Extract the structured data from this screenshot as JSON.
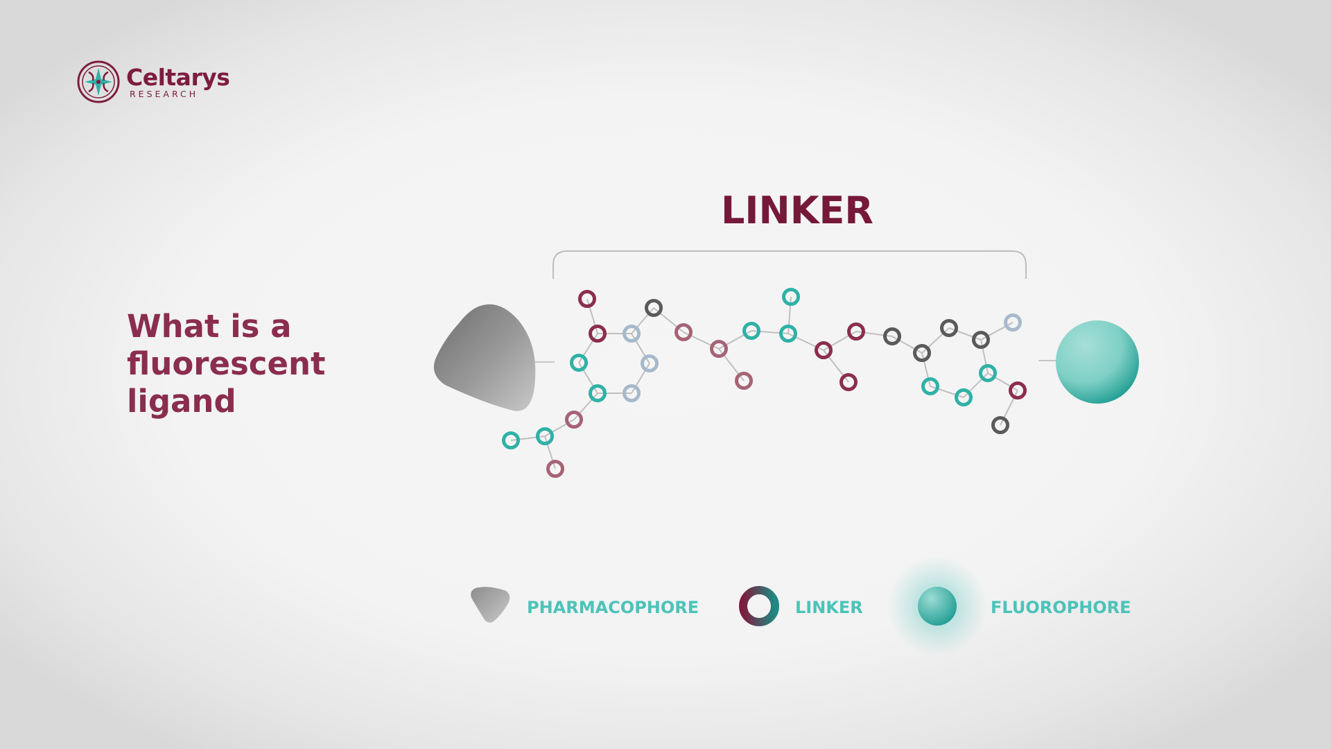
{
  "brand": {
    "name": "Celtarys",
    "subtitle": "RESEARCH"
  },
  "title": {
    "question": "What is a fluorescent ligand"
  },
  "diagram": {
    "heading": "LINKER"
  },
  "legend": [
    {
      "label": "PHARMACOPHORE",
      "icon": "pharmacophore-shape-icon"
    },
    {
      "label": "LINKER",
      "icon": "linker-ring-icon"
    },
    {
      "label": "FLUOROPHORE",
      "icon": "fluorophore-glow-icon"
    }
  ],
  "colors": {
    "brand": "#7d1c3f",
    "teal": "#2fb1a7",
    "maroon": "#8b2e4e",
    "dark_gray": "#5a5a5a",
    "light_blue": "#a7b9cb",
    "rose": "#a56475",
    "label_teal": "#4cc3b9"
  }
}
